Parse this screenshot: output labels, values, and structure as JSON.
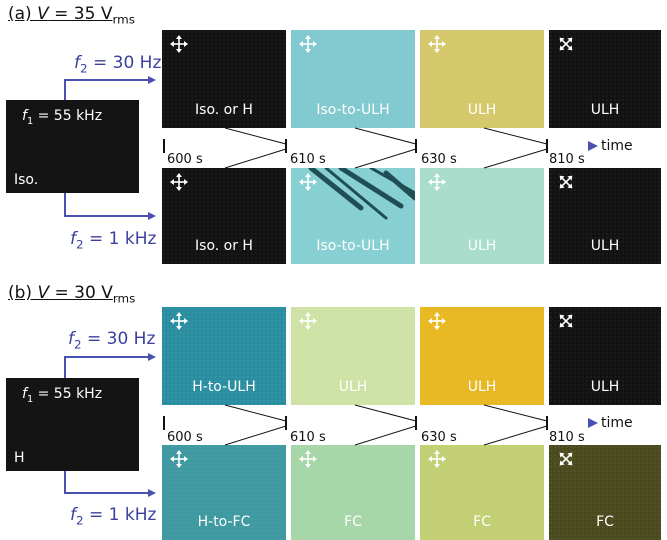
{
  "colors": {
    "arrow_blue": "#4a4fb0",
    "bar_start": "#d42020",
    "bar_mid": "#e8782a",
    "bar_end": "#4a4fb0",
    "dark": "#141414"
  },
  "panel_a": {
    "label_prefix": "(a) ",
    "label_v": "V",
    "label_eq": " = 35 V",
    "label_sub": "rms",
    "source": {
      "f1_var": "f",
      "f1_sub": "1",
      "f1_rest": " = 55 kHz",
      "state": "Iso."
    },
    "upper_freq": {
      "var": "f",
      "sub": "2",
      "rest": " = 30 Hz"
    },
    "lower_freq": {
      "var": "f",
      "sub": "2",
      "rest": " = 1 kHz"
    },
    "upper_row": [
      {
        "label": "Iso. or H",
        "pol": "crossed-icon",
        "color": "#121212",
        "text": "#ffffff"
      },
      {
        "label": "Iso-to-ULH",
        "pol": "crossed-icon",
        "color": "#7fc9cf",
        "text": "#ffffff"
      },
      {
        "label": "ULH",
        "pol": "crossed-icon",
        "color": "#d4c86a",
        "text": "#ffffff"
      },
      {
        "label": "ULH",
        "pol": "rotated-45-icon",
        "color": "#121212",
        "text": "#ffffff"
      }
    ],
    "lower_row": [
      {
        "label": "Iso. or H",
        "pol": "crossed-icon",
        "color": "#121212",
        "text": "#ffffff"
      },
      {
        "label": "Iso-to-ULH",
        "pol": "crossed-icon",
        "color": "#86cfd2",
        "text": "#ffffff"
      },
      {
        "label": "ULH",
        "pol": "crossed-icon",
        "color": "#a8dccb",
        "text": "#ffffff"
      },
      {
        "label": "ULH",
        "pol": "rotated-45-icon",
        "color": "#121212",
        "text": "#ffffff"
      }
    ],
    "times": [
      "600 s",
      "610 s",
      "630 s",
      "810 s"
    ],
    "time_axis": "time"
  },
  "panel_b": {
    "label_prefix": "(b) ",
    "label_v": "V",
    "label_eq": " = 30 V",
    "label_sub": "rms",
    "source": {
      "f1_var": "f",
      "f1_sub": "1",
      "f1_rest": " = 55 kHz",
      "state": "H"
    },
    "upper_freq": {
      "var": "f",
      "sub": "2",
      "rest": " = 30 Hz"
    },
    "lower_freq": {
      "var": "f",
      "sub": "2",
      "rest": " = 1 kHz"
    },
    "upper_row": [
      {
        "label": "H-to-ULH",
        "pol": "crossed-icon",
        "color": "#2a8ea0",
        "text": "#ffffff"
      },
      {
        "label": "ULH",
        "pol": "crossed-icon",
        "color": "#cfe2a6",
        "text": "#ffffff"
      },
      {
        "label": "ULH",
        "pol": "crossed-icon",
        "color": "#e8b822",
        "text": "#ffffff"
      },
      {
        "label": "ULH",
        "pol": "rotated-45-icon",
        "color": "#121212",
        "text": "#ffffff"
      }
    ],
    "lower_row": [
      {
        "label": "H-to-FC",
        "pol": "crossed-icon",
        "color": "#3e9aa0",
        "text": "#ffffff"
      },
      {
        "label": "FC",
        "pol": "crossed-icon",
        "color": "#a6d6a8",
        "text": "#ffffff"
      },
      {
        "label": "FC",
        "pol": "crossed-icon",
        "color": "#c2cf72",
        "text": "#ffffff"
      },
      {
        "label": "FC",
        "pol": "rotated-45-icon",
        "color": "#4a4a1e",
        "text": "#ffffff"
      }
    ],
    "times": [
      "600 s",
      "610 s",
      "630 s",
      "810 s"
    ],
    "time_axis": "time"
  }
}
